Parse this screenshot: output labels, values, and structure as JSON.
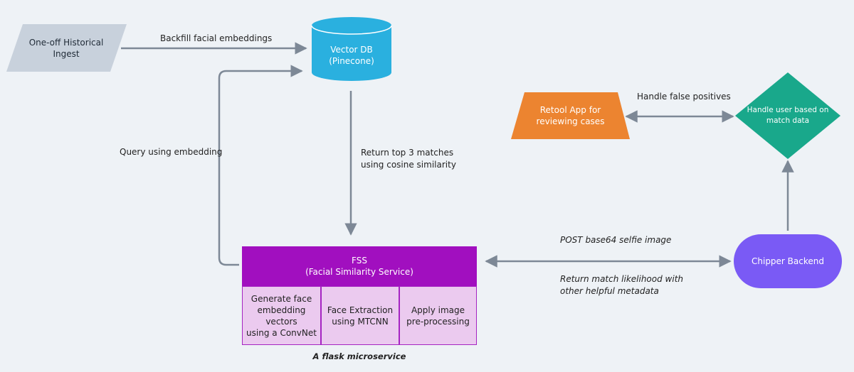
{
  "nodes": {
    "historical_ingest": "One-off Historical\nIngest",
    "vector_db": "Vector DB\n(Pinecone)",
    "retool_app": "Retool App for\nreviewing cases",
    "handle_user": "Handle user based on\nmatch data",
    "chipper_backend": "Chipper Backend",
    "fss_title": "FSS\n(Facial Similarity Service)",
    "fss_cells": [
      "Generate face\nembedding\nvectors\nusing a ConvNet",
      "Face Extraction\nusing MTCNN",
      "Apply image\npre-processing"
    ],
    "fss_caption": "A flask microservice"
  },
  "edges": {
    "backfill": "Backfill facial embeddings",
    "query": "Query using embedding",
    "return_top": "Return top 3 matches\nusing cosine similarity",
    "false_positives": "Handle false positives",
    "post_selfie": "POST base64 selfie image",
    "return_match": "Return match likelihood with\nother helpful metadata"
  },
  "colors": {
    "ingest": "#c8d1dc",
    "vector_db": "#2ab0df",
    "retool": "#ec8430",
    "handle_user": "#19a88b",
    "chipper": "#7a5af5",
    "fss_header": "#a10fbf",
    "fss_cell": "#ebcaef",
    "arrow": "#7d8896"
  }
}
